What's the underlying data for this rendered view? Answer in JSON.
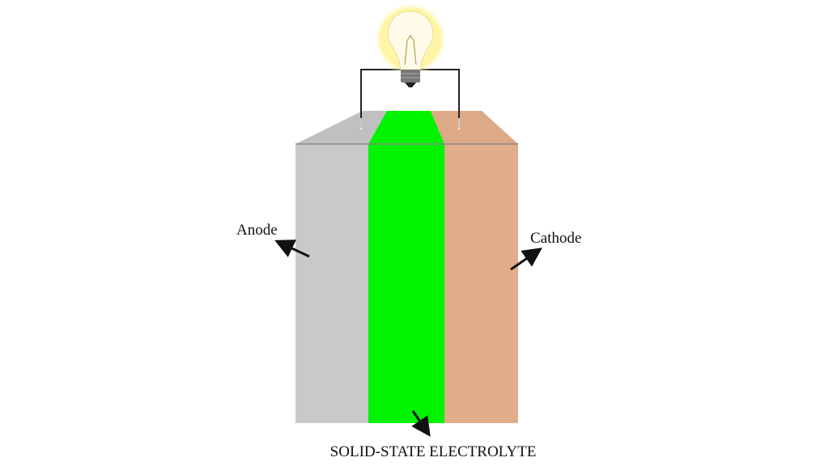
{
  "labels": {
    "anode": "Anode",
    "cathode": "Cathode",
    "electrolyte": "SOLID-STATE ELECTROLYTE"
  },
  "colors": {
    "anode": "#c8c9c8",
    "anode_top": "#bfc0bf",
    "electrolyte": "#00f300",
    "cathode": "#e2ad8a",
    "cathode_top": "#ddaa88",
    "wire": "#222222",
    "bulb_glow": "#fff27a"
  },
  "icons": {
    "bulb": "light-bulb-icon"
  }
}
